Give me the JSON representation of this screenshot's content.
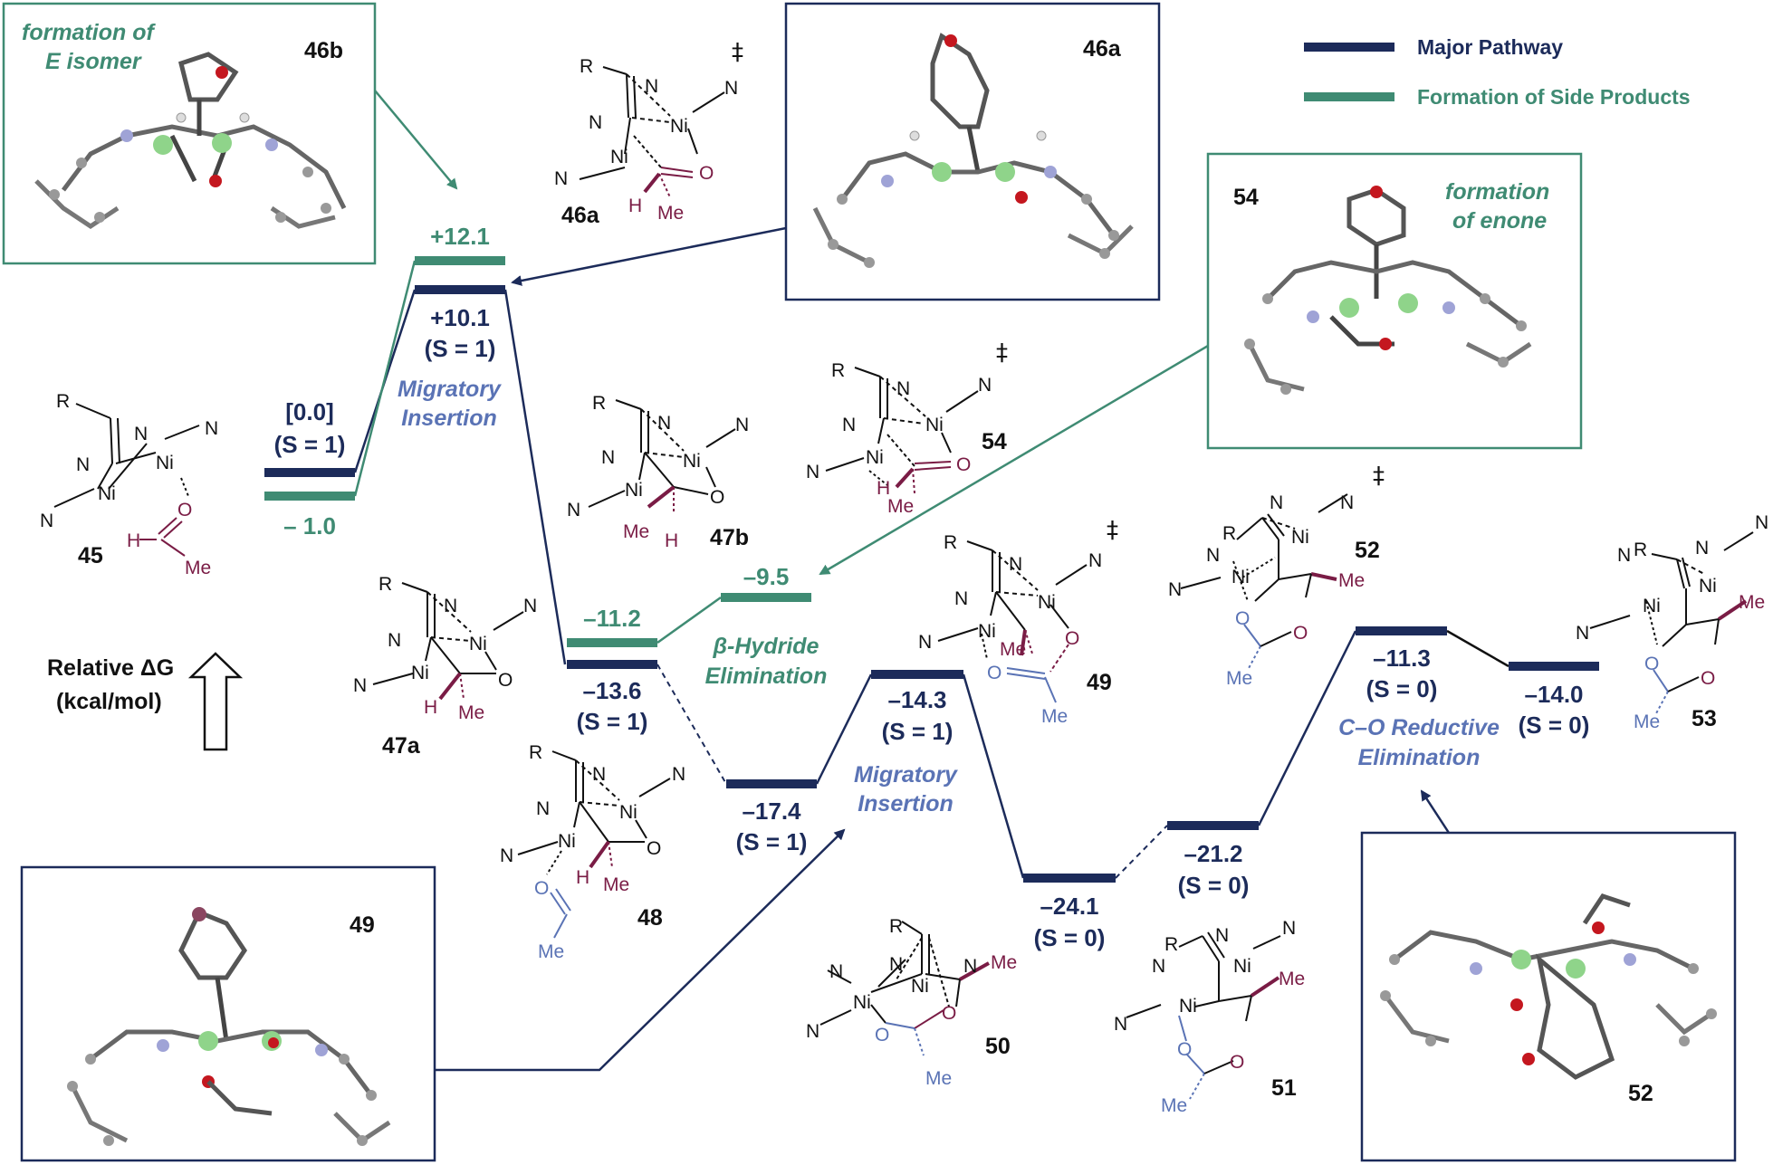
{
  "colors": {
    "major": "#1c2b5a",
    "side": "#3f8b73",
    "italic_label": "#5a73b5",
    "side_label": "#3f8b73",
    "maroon": "#7a1c45",
    "blue_chem": "#5a73b5"
  },
  "legend": {
    "major": "Major Pathway",
    "side": "Formation of Side Products"
  },
  "axis": {
    "line1": "Relative ΔG",
    "line2": "(kcal/mol)"
  },
  "levels": [
    {
      "id": "l45",
      "value": "[0.0]",
      "spin": "(S = 1)",
      "pathway": "major"
    },
    {
      "id": "l45s",
      "value": "– 1.0",
      "pathway": "side"
    },
    {
      "id": "l46a",
      "value": "+10.1",
      "spin": "(S = 1)",
      "pathway": "major"
    },
    {
      "id": "l46b",
      "value": "+12.1",
      "pathway": "side"
    },
    {
      "id": "l47",
      "value": "–13.6",
      "spin": "(S = 1)",
      "pathway": "major"
    },
    {
      "id": "l47s",
      "value": "–11.2",
      "pathway": "side"
    },
    {
      "id": "l54",
      "value": "–9.5",
      "pathway": "side"
    },
    {
      "id": "l48",
      "value": "–17.4",
      "spin": "(S = 1)",
      "pathway": "major"
    },
    {
      "id": "l49",
      "value": "–14.3",
      "spin": "(S = 1)",
      "pathway": "major"
    },
    {
      "id": "l50",
      "value": "–24.1",
      "spin": "(S = 0)",
      "pathway": "major"
    },
    {
      "id": "l51",
      "value": "–21.2",
      "spin": "(S = 0)",
      "pathway": "major"
    },
    {
      "id": "l52",
      "value": "–11.3",
      "spin": "(S = 0)",
      "pathway": "major"
    },
    {
      "id": "l53",
      "value": "–14.0",
      "spin": "(S = 0)",
      "pathway": "major"
    }
  ],
  "step_labels": {
    "mi1_a": "Migratory",
    "mi1_b": "Insertion",
    "bh_a": "β-Hydride",
    "bh_b": "Elimination",
    "mi2_a": "Migratory",
    "mi2_b": "Insertion",
    "re_a": "C–O Reductive",
    "re_b": "Elimination"
  },
  "compounds": {
    "c45": "45",
    "c46a": "46a",
    "c47a": "47a",
    "c47b": "47b",
    "c48": "48",
    "c49": "49",
    "c50": "50",
    "c51": "51",
    "c52": "52",
    "c53": "53",
    "c54": "54"
  },
  "insets": {
    "i46b": {
      "label": "46b",
      "note_a": "formation of",
      "note_b": "E isomer"
    },
    "i46a": {
      "label": "46a"
    },
    "i54": {
      "label": "54",
      "note_a": "formation",
      "note_b": "of enone"
    },
    "i49": {
      "label": "49"
    },
    "i52": {
      "label": "52"
    }
  },
  "dagger": "‡",
  "atoms": {
    "R": "R",
    "N": "N",
    "Ni": "Ni",
    "O": "O",
    "H": "H",
    "Me": "Me"
  }
}
